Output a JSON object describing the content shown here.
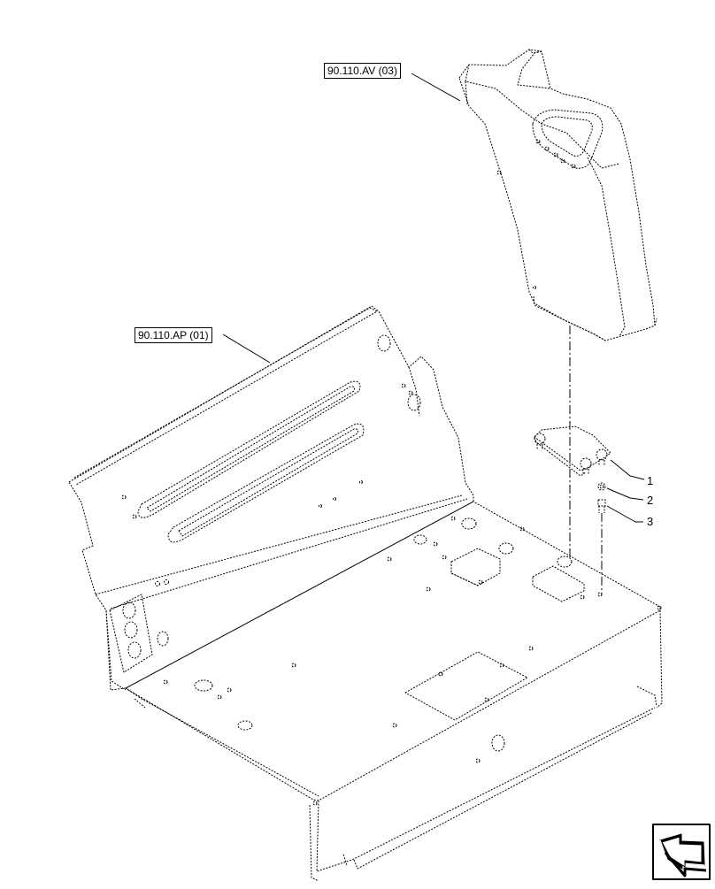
{
  "references": {
    "upper": "90.110.AV (03)",
    "lower": "90.110.AP (01)"
  },
  "callouts": [
    "1",
    "2",
    "3"
  ],
  "icons": {
    "navigation": "previous-page-arrow-icon"
  }
}
